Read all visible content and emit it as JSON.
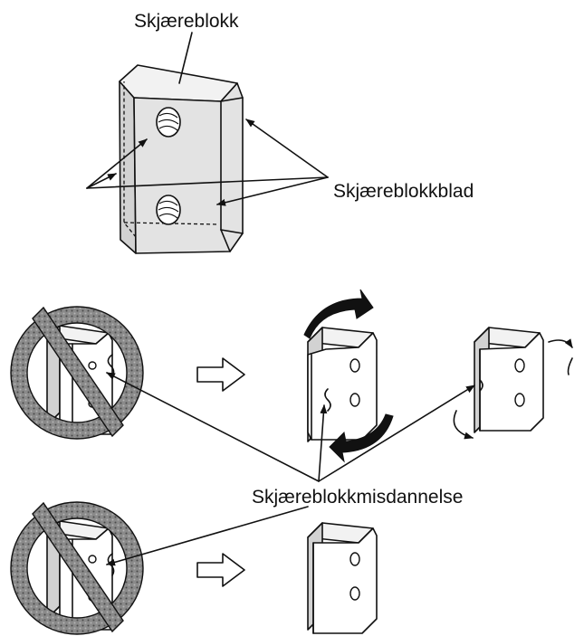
{
  "labels": {
    "cutter_block": "Skjæreblokk",
    "cutter_block_blade": "Skjæreblokkblad",
    "cutter_block_deformation": "Skjæreblokkmisdannelse"
  },
  "colors": {
    "line": "#111111",
    "prohibition_ring": "#7a7a7a",
    "block_face": "#e3e3e3"
  },
  "icons": {
    "prohibition": "prohibition-sign-icon",
    "next_step": "hollow-right-arrow-icon",
    "rotate": "curved-rotation-arrow-icon"
  }
}
